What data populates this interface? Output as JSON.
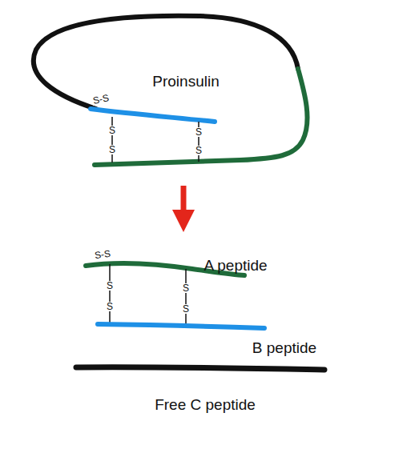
{
  "diagram": {
    "labels": [
      "Proinsulin",
      "S-S",
      "S",
      "S",
      "S",
      "S",
      "A peptide",
      "S-S",
      "S",
      "S",
      "S",
      "S",
      "B peptide",
      "Free C peptide"
    ]
  }
}
